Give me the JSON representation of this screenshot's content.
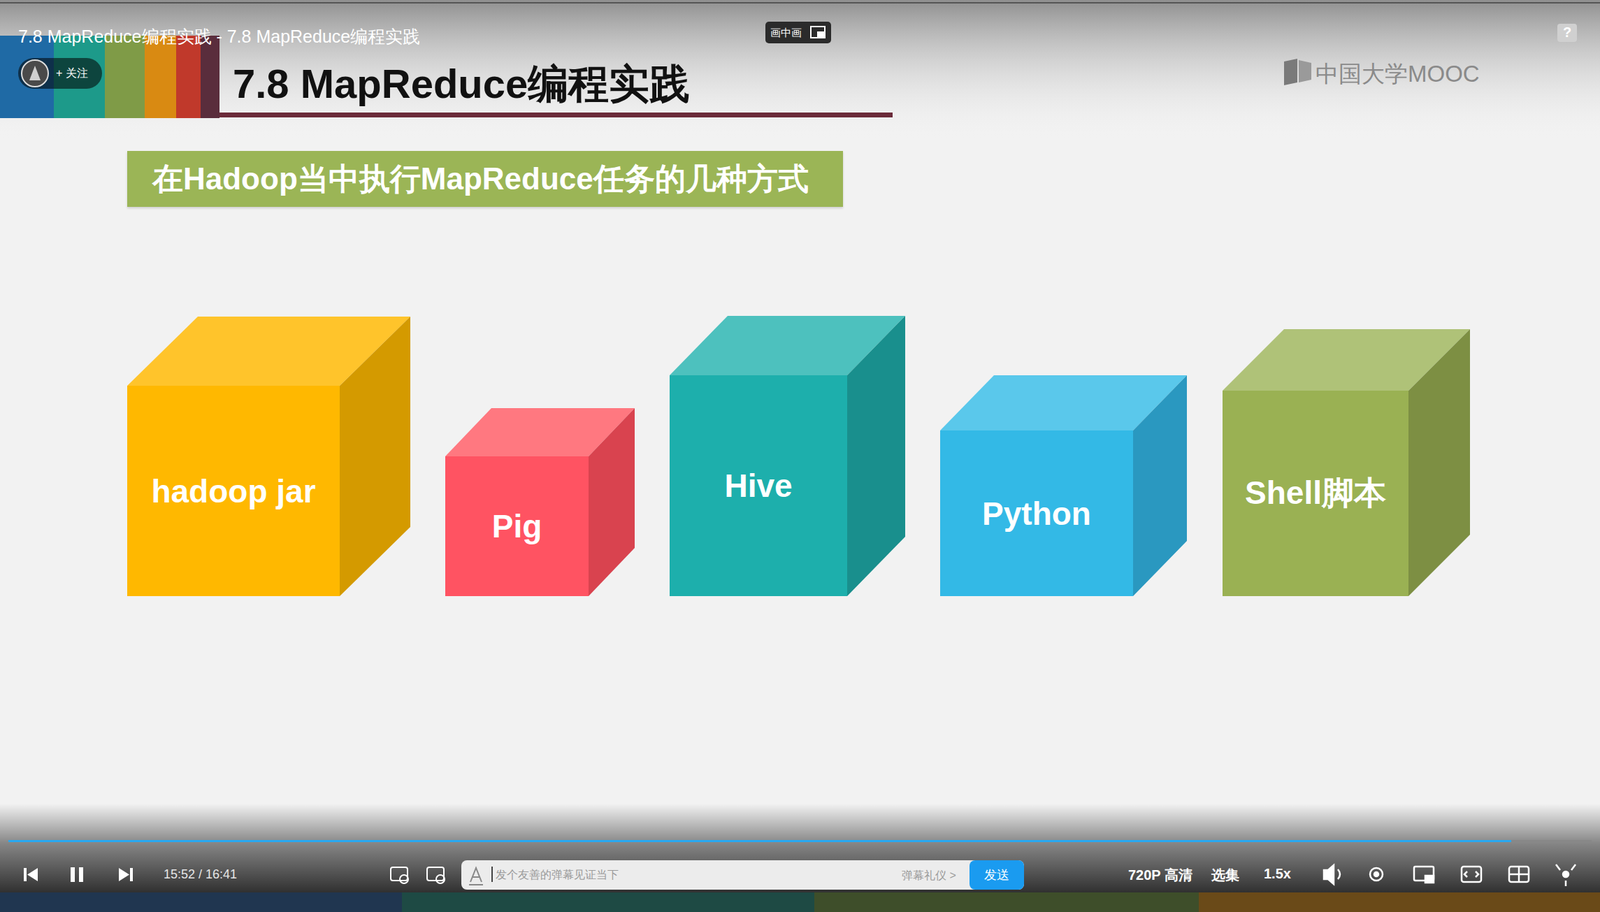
{
  "diagram": {
    "title": "7.8 MapReduce编程实践",
    "nodes": [
      {
        "text": [
          "在Hadoop当中执行MapReduce任务的几种方式"
        ]
      },
      {
        "text": [
          "hadoop jar"
        ]
      },
      {
        "text": [
          "Pig"
        ]
      },
      {
        "text": [
          "Hive"
        ]
      },
      {
        "text": [
          "Python"
        ]
      },
      {
        "text": [
          "Shell脚本"
        ]
      }
    ],
    "labels": [
      "7.8 MapReduce编程实践 - 7.8 MapReduce编程实践",
      "+ 关注",
      "画中画",
      "?",
      "中国大学MOOC",
      "15:52 / 16:41",
      "发个友善的弹幕见证当下",
      "弹幕礼仪 >",
      "发送",
      "720P 高清",
      "选集",
      "1.5x"
    ]
  }
}
